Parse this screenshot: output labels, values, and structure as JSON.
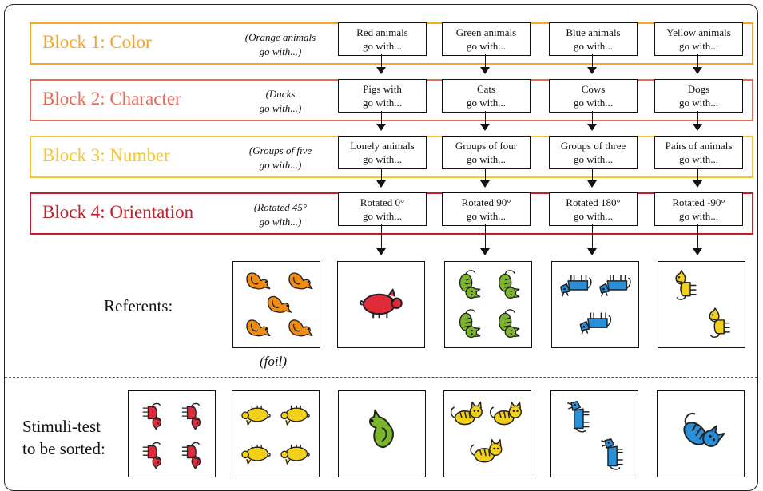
{
  "colors": {
    "color_block": "#f5a623",
    "character_block": "#e8695a",
    "number_block": "#f6c531",
    "orientation_block": "#c0202a",
    "orange_animal": "#f08b14",
    "red_animal": "#e02a3a",
    "green_animal": "#7ab52c",
    "blue_animal": "#2a8fd6",
    "yellow_animal": "#f2cf19"
  },
  "blocks": [
    {
      "title": "Block 1: Color",
      "hint": [
        "(Orange animals",
        "go with...)"
      ],
      "rules": [
        [
          "Red animals",
          "go with..."
        ],
        [
          "Green animals",
          "go with..."
        ],
        [
          "Blue animals",
          "go with..."
        ],
        [
          "Yellow animals",
          "go with..."
        ]
      ]
    },
    {
      "title": "Block 2: Character",
      "hint": [
        "(Ducks",
        "go with...)"
      ],
      "rules": [
        [
          "Pigs with",
          "go with..."
        ],
        [
          "Cats",
          "go with..."
        ],
        [
          "Cows",
          "go with..."
        ],
        [
          "Dogs",
          "go with..."
        ]
      ]
    },
    {
      "title": "Block 3: Number",
      "hint": [
        "(Groups of five",
        "go with...)"
      ],
      "rules": [
        [
          "Lonely animals",
          "go with..."
        ],
        [
          "Groups of four",
          "go with..."
        ],
        [
          "Groups of three",
          "go with..."
        ],
        [
          "Pairs of animals",
          "go with..."
        ]
      ]
    },
    {
      "title": "Block 4: Orientation",
      "hint": [
        "(Rotated 45°",
        "go with...)"
      ],
      "rules": [
        [
          "Rotated 0°",
          "go with..."
        ],
        [
          "Rotated 90°",
          "go with..."
        ],
        [
          "Rotated 180°",
          "go with..."
        ],
        [
          "Rotated -90°",
          "go with..."
        ]
      ]
    }
  ],
  "referents": {
    "label": "Referents:",
    "foil_label": "(foil)",
    "cards": [
      {
        "animal": "duck",
        "color": "orange",
        "count": 5,
        "rotation": 45
      },
      {
        "animal": "pig",
        "color": "red",
        "count": 1,
        "rotation": 0
      },
      {
        "animal": "cat",
        "color": "green",
        "count": 4,
        "rotation": 90
      },
      {
        "animal": "cow",
        "color": "blue",
        "count": 3,
        "rotation": 180
      },
      {
        "animal": "dog",
        "color": "yellow",
        "count": 2,
        "rotation": -90
      }
    ]
  },
  "stimuli": {
    "label": [
      "Stimuli-test",
      "to be sorted:"
    ],
    "cards": [
      {
        "animal": "dog",
        "color": "red",
        "count": 4,
        "rotation": 90
      },
      {
        "animal": "pig",
        "color": "yellow",
        "count": 4,
        "rotation": 180
      },
      {
        "animal": "duck",
        "color": "green",
        "count": 1,
        "rotation": -90
      },
      {
        "animal": "cat",
        "color": "yellow",
        "count": 3,
        "rotation": 0
      },
      {
        "animal": "cow",
        "color": "blue",
        "count": 2,
        "rotation": -90
      },
      {
        "animal": "cat",
        "color": "blue",
        "count": 1,
        "rotation": 45
      }
    ]
  }
}
